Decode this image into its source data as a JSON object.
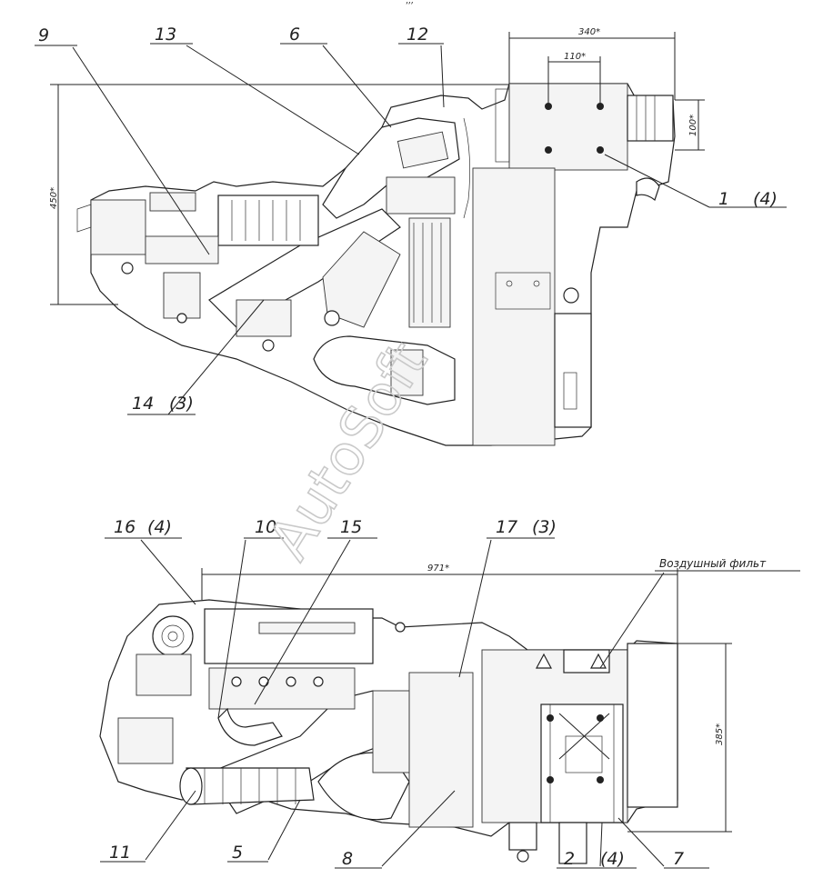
{
  "top_view": {
    "labels": [
      {
        "id": "9",
        "text": "9"
      },
      {
        "id": "13",
        "text": "13"
      },
      {
        "id": "6",
        "text": "6"
      },
      {
        "id": "12",
        "text": "12"
      },
      {
        "id": "1",
        "text": "1"
      },
      {
        "id": "1q",
        "text": "(4)"
      },
      {
        "id": "14",
        "text": "14"
      },
      {
        "id": "14q",
        "text": "(3)"
      }
    ],
    "dimensions": {
      "d340": "340*",
      "d110": "110*",
      "d100": "100*",
      "d450": "450*"
    }
  },
  "bottom_view": {
    "labels": [
      {
        "id": "16",
        "text": "16"
      },
      {
        "id": "16q",
        "text": "(4)"
      },
      {
        "id": "10",
        "text": "10"
      },
      {
        "id": "15",
        "text": "15"
      },
      {
        "id": "17",
        "text": "17"
      },
      {
        "id": "17q",
        "text": "(3)"
      },
      {
        "id": "11",
        "text": "11"
      },
      {
        "id": "5",
        "text": "5"
      },
      {
        "id": "8",
        "text": "8"
      },
      {
        "id": "2",
        "text": "2"
      },
      {
        "id": "2q",
        "text": "(4)"
      },
      {
        "id": "7",
        "text": "7"
      }
    ],
    "dimensions": {
      "d971": "971*",
      "d385": "385*"
    },
    "note": "Воздушный фильт"
  },
  "watermark": "AutoSoft"
}
